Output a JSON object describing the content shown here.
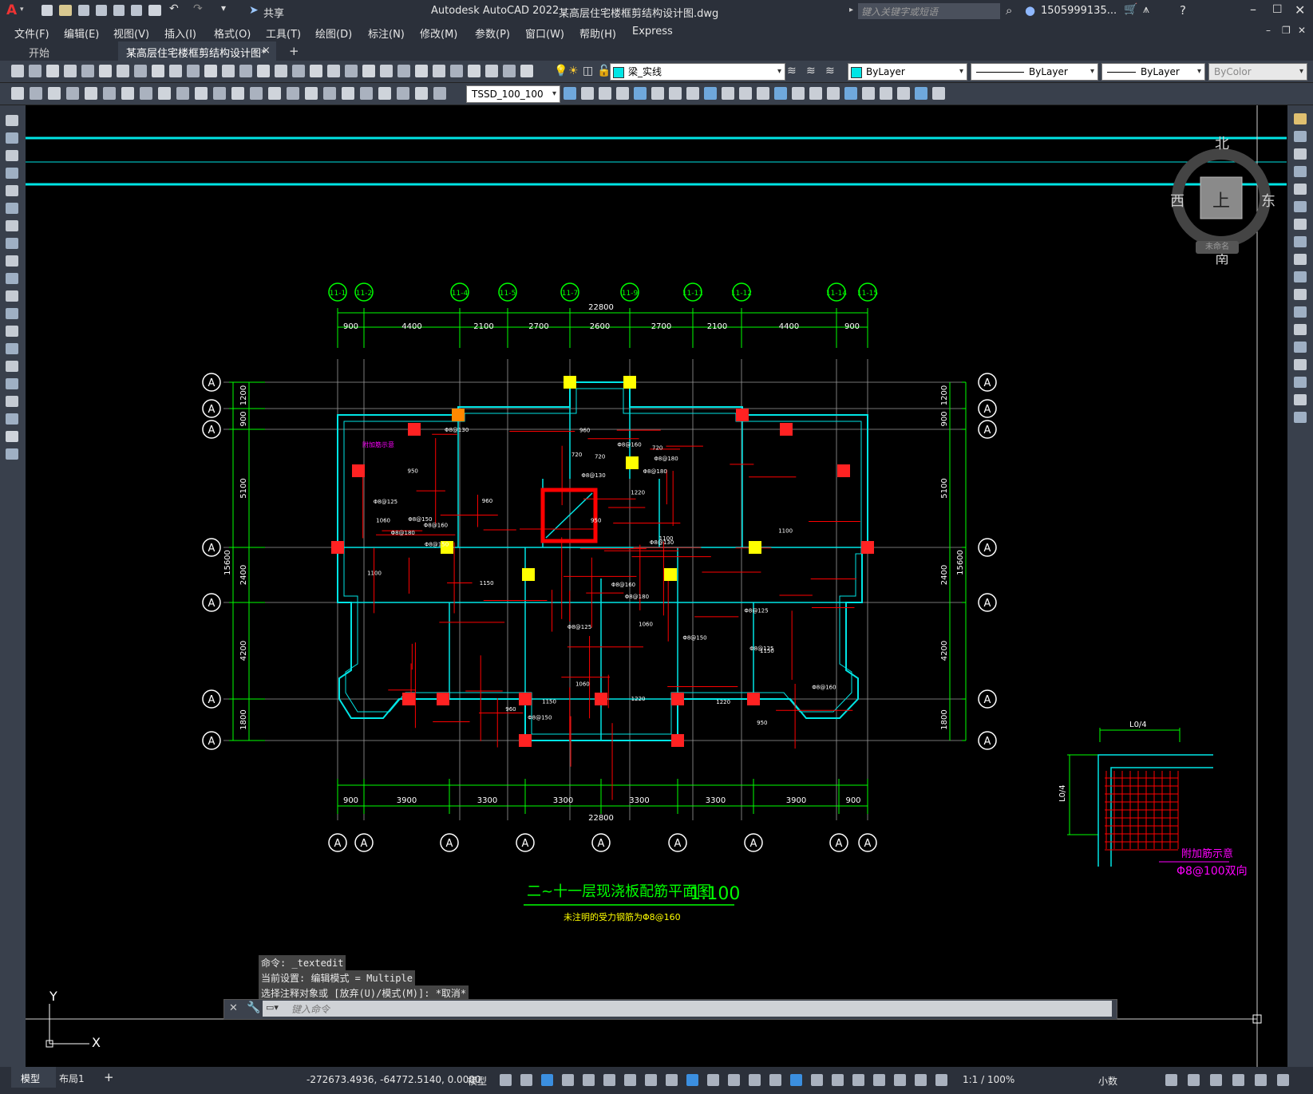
{
  "app": {
    "title": "Autodesk AutoCAD 2022",
    "document": "某高层住宅楼框剪结构设计图.dwg",
    "share_label": "共享",
    "search_placeholder": "键入关键字或短语",
    "user": "1505999135...",
    "logo_letter": "A"
  },
  "menu": [
    "文件(F)",
    "编辑(E)",
    "视图(V)",
    "插入(I)",
    "格式(O)",
    "工具(T)",
    "绘图(D)",
    "标注(N)",
    "修改(M)",
    "参数(P)",
    "窗口(W)",
    "帮助(H)",
    "Express"
  ],
  "tabs": {
    "start": "开始",
    "active": "某高层住宅楼框剪结构设计图*",
    "close": "×",
    "add": "+"
  },
  "layer_combo": "梁_实线",
  "color_combo": "ByLayer",
  "linetype_combo": "ByLayer",
  "lineweight_combo": "ByLayer",
  "plotstyle_combo": "ByColor",
  "dimstyle_combo": "TSSD_100_100",
  "viewcube": {
    "north": "北",
    "south": "南",
    "east": "东",
    "west": "西",
    "top": "上",
    "ucs": "未命名"
  },
  "drawing": {
    "title": "二~十一层现浇板配筋平面图",
    "scale": "1:100",
    "note": "未注明的受力钢筋为Φ8@160",
    "top_axes": [
      "11-1",
      "11-2",
      "11-4",
      "11-5",
      "11-7",
      "11-9",
      "11-11",
      "11-12",
      "11-14",
      "11-15"
    ],
    "top_dims": [
      "900",
      "4400",
      "2100",
      "2700",
      "2600",
      "2700",
      "2100",
      "4400",
      "900"
    ],
    "top_total": "22800",
    "bottom_dims": [
      "900",
      "3900",
      "3300",
      "3300",
      "3300",
      "3300",
      "3900",
      "900"
    ],
    "bottom_total": "22800",
    "side_dims": [
      "1200",
      "900",
      "5100",
      "2400",
      "4200",
      "1800"
    ],
    "side_total": "15600",
    "axis_letter": "A",
    "detail": {
      "top": "L0/4",
      "side": "L0/4",
      "label": "附加筋示意",
      "rebar": "Φ8@100双向"
    }
  },
  "ucs": {
    "x": "X",
    "y": "Y"
  },
  "command": {
    "history": [
      "命令: _textedit",
      "当前设置: 编辑模式 = Multiple",
      "选择注释对象或 [放弃(U)/模式(M)]: *取消*"
    ],
    "placeholder": "键入命令"
  },
  "status": {
    "model_tab": "模型",
    "layout_tab": "布局1",
    "coords": "-272673.4936, -64772.5140, 0.0000",
    "space": "模型",
    "scale": "1:1 / 100%",
    "units": "小数"
  },
  "colors": {
    "cyan": "#00e5e5",
    "green": "#00ff00",
    "red": "#ff0000",
    "magenta": "#ff00ff",
    "yellow": "#ffff00",
    "panel": "#39404c"
  }
}
